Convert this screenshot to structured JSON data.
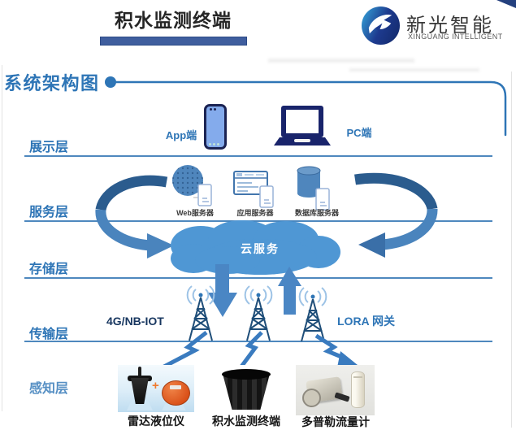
{
  "header": {
    "title": "积水监测终端",
    "logo": {
      "name": "新光智能",
      "subtitle": "XINGUANG INTELLIGENT"
    }
  },
  "section_title": "系统架构图",
  "layers": {
    "display": {
      "label": "展示层",
      "app": "App端",
      "pc": "PC端"
    },
    "service": {
      "label": "服务层",
      "web": "Web服务器",
      "appserver": "应用服务器",
      "database": "数据库服务器"
    },
    "storage": {
      "label": "存储层",
      "cloud": "云服务"
    },
    "transmission": {
      "label": "传输层",
      "network_left": "4G/NB-IOT",
      "network_right": "LORA 网关"
    },
    "perception": {
      "label": "感知层",
      "plus": "+",
      "radar": "雷达液位仪",
      "terminal": "积水监测终端",
      "doppler": "多普勒流量计"
    }
  },
  "colors": {
    "accent": "#2e75b6",
    "cloud": "#4f97d4",
    "swoosh_dark": "#2b5c8e",
    "swoosh_light": "#4a84bd",
    "navy_dark": "#1f3864",
    "title_bar": "#3f5e9e"
  }
}
